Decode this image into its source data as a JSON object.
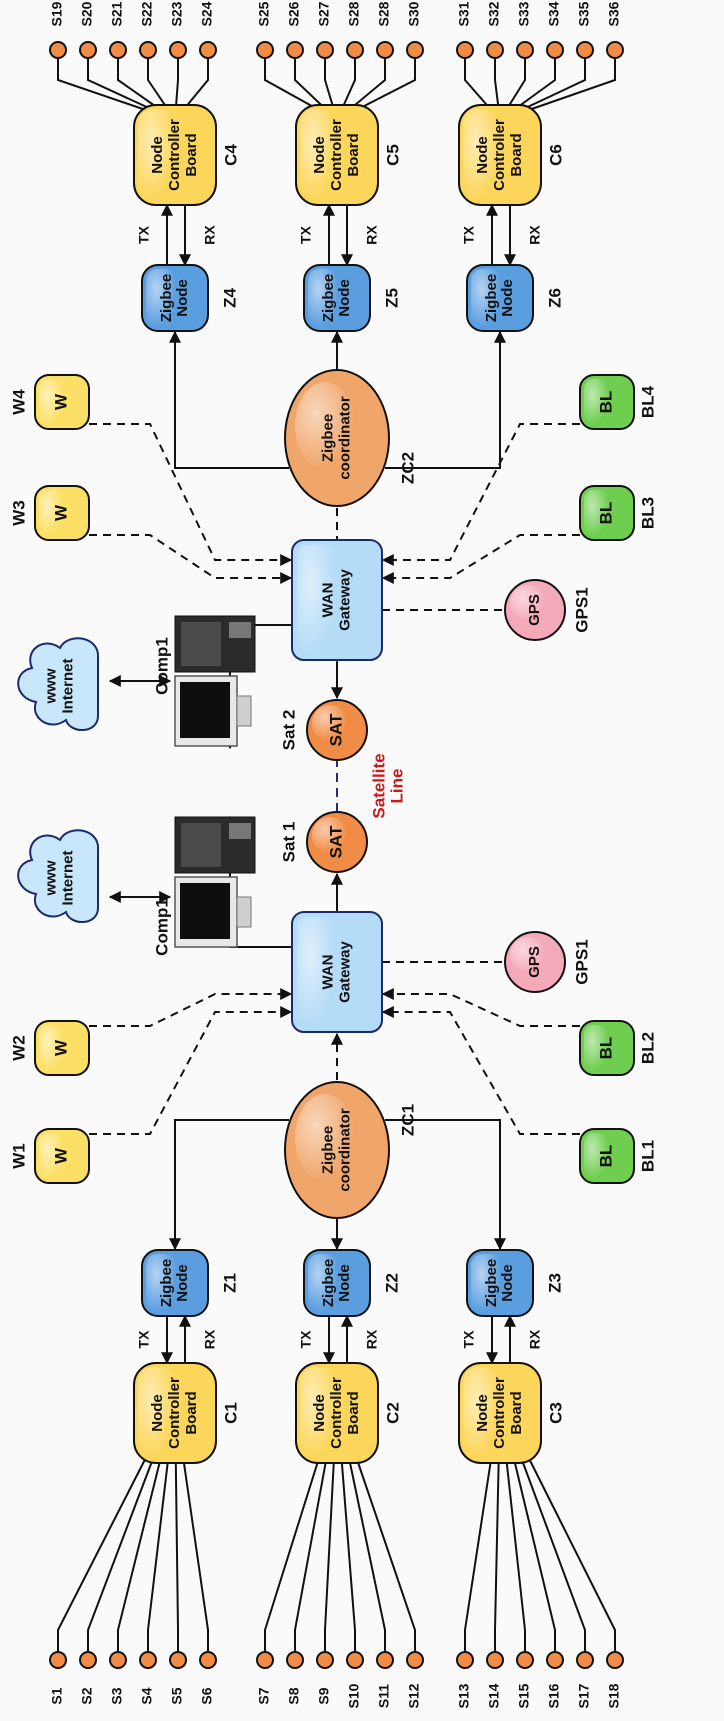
{
  "colors": {
    "zigbee_node": "#5b9ee0",
    "node_controller": "#fcd65a",
    "coordinator": "#f0a56a",
    "wan_gateway": "#b5dcf7",
    "wifi": "#fce066",
    "bluetooth": "#6fce4f",
    "gps": "#f4a9b8",
    "sat": "#f08c45",
    "cloud": "#c8e7fb",
    "satellite_line": "#cc1a1a"
  },
  "sensors": {
    "c1": [
      "S1",
      "S2",
      "S3",
      "S4",
      "S5",
      "S6"
    ],
    "c2": [
      "S7",
      "S8",
      "S9",
      "S10",
      "S11",
      "S12"
    ],
    "c3": [
      "S13",
      "S14",
      "S15",
      "S16",
      "S17",
      "S18"
    ],
    "c4": [
      "S19",
      "S20",
      "S21",
      "S22",
      "S23",
      "S24"
    ],
    "c5": [
      "S25",
      "S26",
      "S27",
      "S28",
      "S28",
      "S30"
    ],
    "c6": [
      "S31",
      "S32",
      "S33",
      "S34",
      "S35",
      "S36"
    ]
  },
  "controllers": {
    "line1": "Node",
    "line2": "Controller",
    "line3": "Board",
    "labels": [
      "C1",
      "C2",
      "C3",
      "C4",
      "C5",
      "C6"
    ]
  },
  "zigbee_nodes": {
    "line1": "Zigbee",
    "line2": "Node",
    "labels": [
      "Z1",
      "Z2",
      "Z3",
      "Z4",
      "Z5",
      "Z6"
    ]
  },
  "link": {
    "tx": "TX",
    "rx": "RX"
  },
  "coordinators": {
    "line1": "Zigbee",
    "line2": "coordinator",
    "labels": [
      "ZC1",
      "ZC2"
    ]
  },
  "gateway": {
    "line1": "WAN",
    "line2": "Gateway"
  },
  "wifi": {
    "text": "W",
    "labels": [
      "W1",
      "W2",
      "W3",
      "W4"
    ]
  },
  "bluetooth": {
    "text": "BL",
    "labels": [
      "BL1",
      "BL2",
      "BL3",
      "BL4"
    ]
  },
  "gps": {
    "text": "GPS",
    "labels": [
      "GPS1",
      "GPS1"
    ]
  },
  "computer": {
    "labels": [
      "Comp1",
      "Comp1"
    ]
  },
  "internet": {
    "line1": "www",
    "line2": "Internet"
  },
  "satellite": {
    "text": "SAT",
    "labels": [
      "Sat 1",
      "Sat 2"
    ],
    "line1": "Satellite",
    "line2": "Line"
  }
}
